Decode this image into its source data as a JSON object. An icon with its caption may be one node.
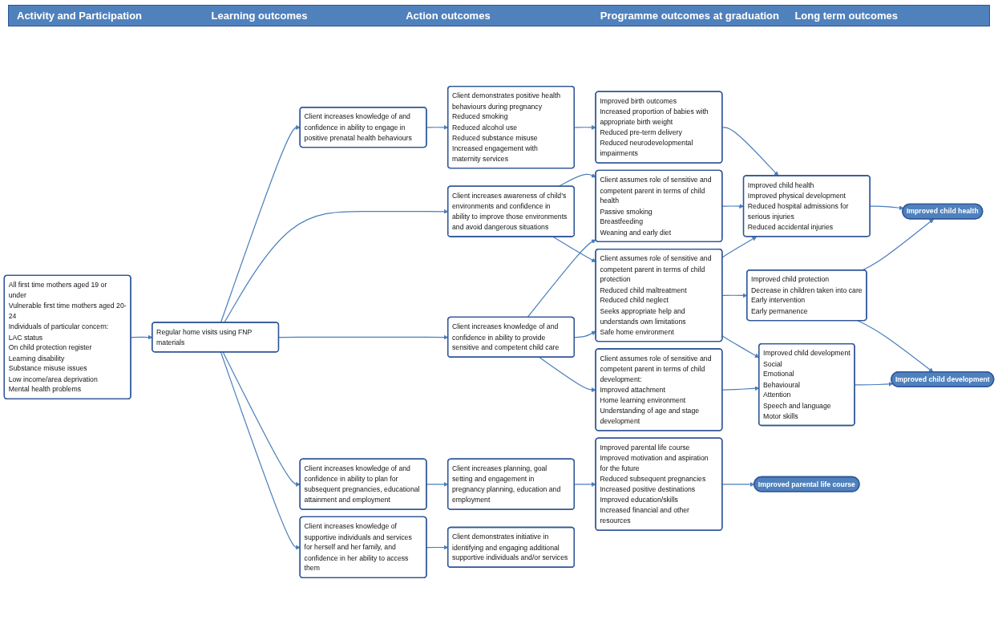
{
  "diagram": {
    "nodes": [
      {
        "text": [
          "Regular home visits using FNP materials"
        ]
      },
      {
        "text": [
          "All first time mothers aged 19 or under",
          "Vulnerable first time mothers aged 20-24",
          "Individuals of particular concern:",
          "LAC status",
          "On child protection register",
          "Learning disability",
          "Substance misuse issues",
          "Low income/area deprivation",
          "Mental health problems"
        ]
      },
      {
        "text": [
          "Client increases knowledge of and confidence in ability to engage in positive prenatal health behaviours"
        ]
      },
      {
        "text": [
          "Client increases awareness of child’s environments and confidence in ability to improve those environments and avoid dangerous situations"
        ]
      },
      {
        "text": [
          "Client increases knowledge of and confidence in ability to provide sensitive and competent child care"
        ]
      },
      {
        "text": [
          "Client increases knowledge of and confidence in ability to plan for subsequent pregnancies, educational attainment and employment"
        ]
      },
      {
        "text": [
          "Client increases knowledge of supportive individuals and services for herself and her family, and confidence in her ability to access them"
        ]
      },
      {
        "text": [
          "Client demonstrates positive health behaviours during pregnancy",
          "Reduced smoking",
          "Reduced alcohol use",
          "Reduced substance misuse",
          "Increased engagement with maternity services"
        ]
      },
      {
        "text": [
          "Client assumes role of sensitive and competent parent in terms of child health",
          "Passive smoking",
          "Breastfeeding",
          "Weaning and early diet"
        ]
      },
      {
        "text": [
          "Client assumes role of sensitive and competent parent in terms of child protection",
          "Reduced child maltreatment",
          "Reduced child neglect",
          "Seeks appropriate help and understands own limitations",
          "Safe home environment"
        ]
      },
      {
        "text": [
          "Client assumes role of sensitive and competent parent in terms of child development:",
          "Improved attachment",
          "Home learning environment",
          "Understanding of age and stage development"
        ]
      },
      {
        "text": [
          "Client increases planning, goal setting and engagement in pregnancy planning, education and employment"
        ]
      },
      {
        "text": [
          "Client demonstrates initiative in identifying and engaging additional supportive individuals and/or services"
        ]
      },
      {
        "text": [
          "Improved birth outcomes",
          "Increased proportion of babies with appropriate birth weight",
          "Reduced pre-term delivery",
          "Reduced neurodevelopmental impairments"
        ]
      },
      {
        "text": [
          "Improved child health",
          "Improved physical development",
          "Reduced hospital admissions for serious injuries",
          "Reduced accidental injuries"
        ]
      },
      {
        "text": [
          "Improved child protection",
          "Decrease in children taken into care",
          "Early intervention",
          "Early permanence"
        ]
      },
      {
        "text": [
          "Improved child development",
          "Social",
          "Emotional",
          "Behavioural",
          "Attention",
          "Speech and language",
          "Motor skills"
        ]
      },
      {
        "text": [
          "Improved parental life course",
          "Improved motivation and aspiration for the future",
          "Reduced subsequent pregnancies",
          "Increased positive destinations",
          "Improved education/skills",
          "Increased financial and other resources"
        ]
      },
      {
        "text": [
          "Improved child health"
        ]
      },
      {
        "text": [
          "Improved child development"
        ]
      },
      {
        "text": [
          "Improved parental life course"
        ]
      }
    ],
    "edges": [
      {
        "from": 1,
        "to": 0,
        "arrow": "to"
      },
      {
        "from": 0,
        "to": 2,
        "arrow": "to"
      },
      {
        "from": 0,
        "to": 3,
        "arrow": "to"
      },
      {
        "from": 0,
        "to": 4,
        "arrow": "to"
      },
      {
        "from": 0,
        "to": 5,
        "arrow": "to"
      },
      {
        "from": 0,
        "to": 6,
        "arrow": "to"
      },
      {
        "from": 2,
        "to": 7,
        "arrow": "to"
      },
      {
        "from": 3,
        "to": 8,
        "arrow": "to"
      },
      {
        "from": 3,
        "to": 9,
        "arrow": "to"
      },
      {
        "from": 4,
        "to": 8,
        "arrow": "to"
      },
      {
        "from": 4,
        "to": 9,
        "arrow": "to"
      },
      {
        "from": 4,
        "to": 10,
        "arrow": "to"
      },
      {
        "from": 5,
        "to": 11,
        "arrow": "to"
      },
      {
        "from": 6,
        "to": 12,
        "arrow": "to"
      },
      {
        "from": 7,
        "to": 13,
        "arrow": "to"
      },
      {
        "from": 13,
        "to": 14,
        "arrow": "to"
      },
      {
        "from": 8,
        "to": 14,
        "arrow": "to"
      },
      {
        "from": 9,
        "to": 14,
        "arrow": "to"
      },
      {
        "from": 9,
        "to": 15,
        "arrow": "to"
      },
      {
        "from": 9,
        "to": 16,
        "arrow": "to"
      },
      {
        "from": 10,
        "to": 16,
        "arrow": "to"
      },
      {
        "from": 11,
        "to": 17,
        "arrow": "to"
      },
      {
        "from": 14,
        "to": 18,
        "arrow": "to"
      },
      {
        "from": 15,
        "to": 18,
        "arrow": "to"
      },
      {
        "from": 15,
        "to": 19,
        "arrow": "to"
      },
      {
        "from": 16,
        "to": 19,
        "arrow": "to"
      },
      {
        "from": 17,
        "to": 20,
        "arrow": "to"
      }
    ],
    "labels": [
      "Activity and Participation",
      "Learning outcomes",
      "Action outcomes",
      "Programme outcomes at graduation",
      "Long term outcomes"
    ]
  }
}
